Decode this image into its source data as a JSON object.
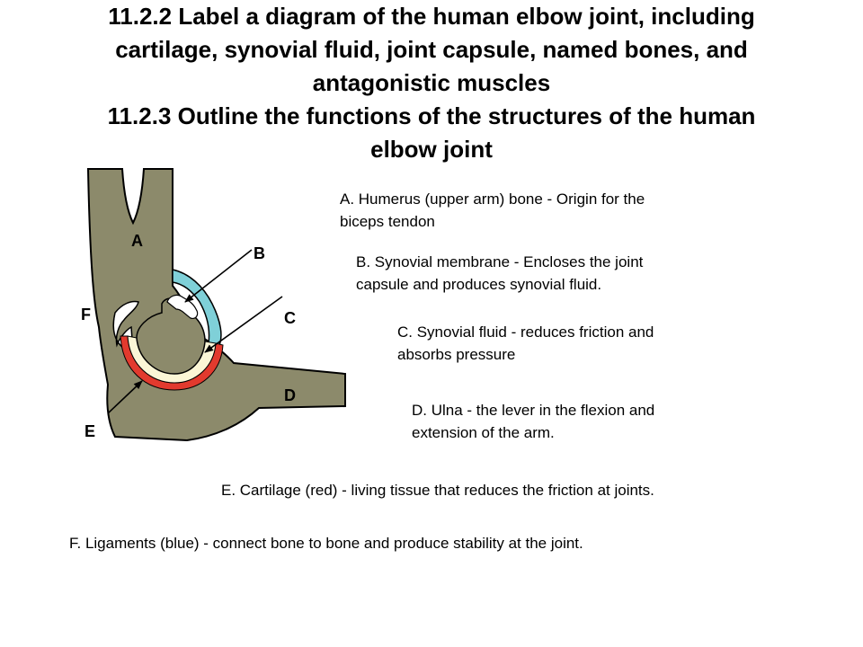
{
  "title": {
    "line1": "11.2.2 Label a diagram of the human elbow joint, including",
    "line2": "cartilage, synovial fluid, joint capsule, named bones, and",
    "line3": "antagonistic muscles",
    "line4": "11.2.3 Outline the functions of the structures of the human",
    "line5": "elbow joint"
  },
  "diagram": {
    "labels": {
      "a": "A",
      "b": "B",
      "c": "C",
      "d": "D",
      "e": "E",
      "f": "F"
    },
    "colors": {
      "bone": "#8c8a6b",
      "bone_outline": "#000000",
      "ligament": "#7fd0d8",
      "cartilage": "#e23a2e",
      "synovial_fluid": "#fbf6d6",
      "background": "#ffffff"
    }
  },
  "descriptions": {
    "a": {
      "line1": "A. Humerus (upper arm) bone - Origin for the",
      "line2": "biceps tendon"
    },
    "b": {
      "line1": "B. Synovial membrane - Encloses the joint",
      "line2": "capsule and produces synovial fluid."
    },
    "c": {
      "line1": "C. Synovial fluid - reduces friction and",
      "line2": "absorbs pressure"
    },
    "d": {
      "line1": "D. Ulna - the lever in the flexion and",
      "line2": "extension of the arm."
    },
    "e": {
      "line1": "E. Cartilage (red) - living tissue that reduces the friction at joints."
    },
    "f": {
      "line1": "F. Ligaments (blue) - connect bone to bone and produce stability at the joint."
    }
  }
}
